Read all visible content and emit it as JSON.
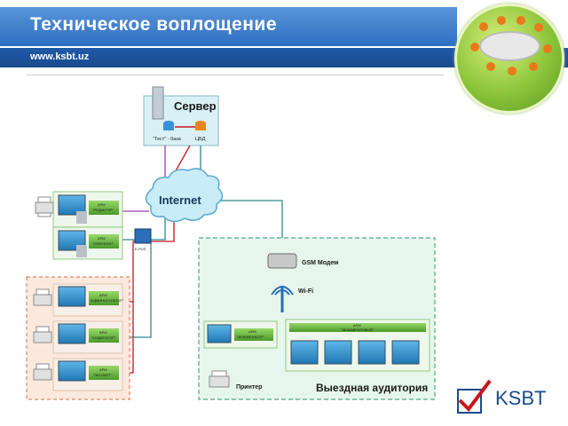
{
  "header": {
    "title": "Техническое воплощение",
    "url": "www.ksbt.uz"
  },
  "diagram": {
    "server": {
      "title": "Сервер",
      "db1": "\"Тест\" - база",
      "db2": "ЦБД"
    },
    "internet": "Internet",
    "workstations_left": [
      {
        "arm": "АРМ",
        "name": "\"РЕДАКТОР\""
      },
      {
        "arm": "АРМ",
        "name": "\"ОПЕРАТОР\""
      }
    ],
    "modem_small": "E-POS",
    "workstations_admin": [
      {
        "arm": "АРМ",
        "name": "\"АДМИНИСТРАТОР\""
      },
      {
        "arm": "АРМ",
        "name": "\"МОДЕРАТОР\""
      },
      {
        "arm": "АРМ",
        "name": "\"ЭКСПЕРТ\""
      }
    ],
    "gsm": "GSM Модем",
    "wifi": "Wi-Fi",
    "examiner": {
      "arm": "АРМ",
      "name": "\"ЭКЗАМЕНАТОР\""
    },
    "examinee": {
      "arm": "АРМ",
      "name": "\"ЭКЗАМЕНУЕМЫЙ\""
    },
    "printer": "Принтер",
    "remote_room": "Выездная аудитория"
  },
  "logo": {
    "text": "KSBT"
  },
  "colors": {
    "accent": "#2d6fc4",
    "green_box": "#e6f6ec",
    "peach_box": "#fbe9dd",
    "link_purple": "#9b3fb6",
    "link_red": "#c8141e",
    "link_teal": "#2f8a8a"
  }
}
